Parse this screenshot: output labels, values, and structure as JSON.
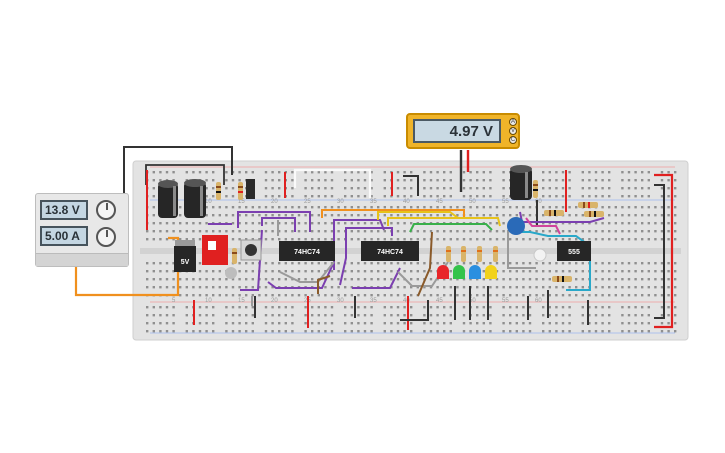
{
  "power_supply": {
    "voltage_display": "13.8 V",
    "current_display": "5.00 A"
  },
  "multimeter": {
    "reading": "4.97 V",
    "jack_labels": [
      "A",
      "V",
      "C"
    ]
  },
  "components": {
    "regulator_label": "5V",
    "chip_1_label": "74HC74",
    "chip_2_label": "74HC74",
    "timer_label": "555"
  },
  "breadboard": {
    "column_numbers": [
      "5",
      "10",
      "15",
      "20",
      "25",
      "30",
      "35",
      "40",
      "45",
      "50",
      "55",
      "60"
    ]
  },
  "colors": {
    "breadboard": "#e3e3e3",
    "wire_purple": "#7b3fb0",
    "wire_red": "#e02020",
    "wire_black": "#333333",
    "wire_orange": "#f0901e",
    "wire_yellow": "#e6c21a",
    "wire_green": "#39b04a",
    "wire_cyan": "#29a8c9",
    "led_red": "#e8262a",
    "led_green": "#34c34a",
    "led_blue": "#2a8fe0",
    "led_yellow": "#f2d21b"
  }
}
